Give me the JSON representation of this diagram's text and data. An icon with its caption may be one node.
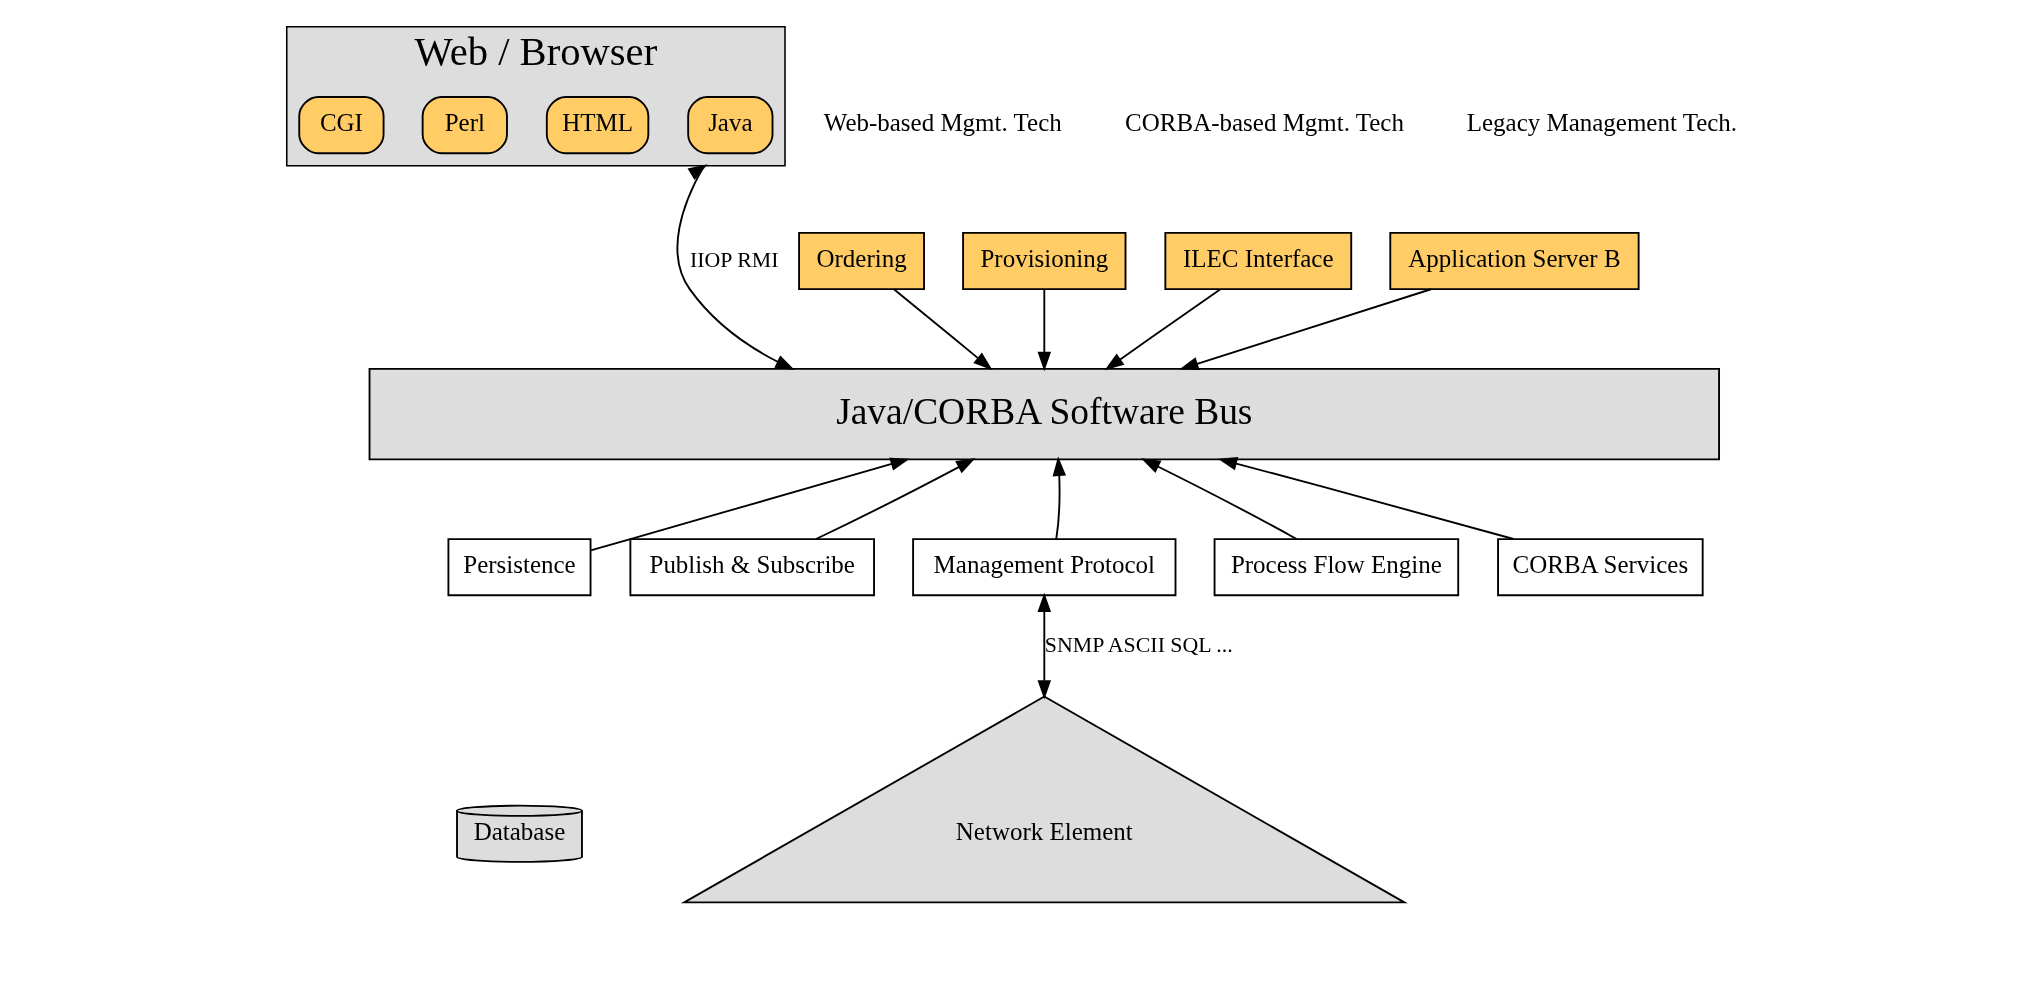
{
  "diagram": {
    "nodes": [
      {
        "text": [
          "Web / Browser"
        ]
      },
      {
        "text": [
          "Java"
        ],
        "in": 0
      },
      {
        "text": [
          "HTML"
        ],
        "in": 0
      },
      {
        "text": [
          "Perl"
        ],
        "in": 0
      },
      {
        "text": [
          "CGI"
        ],
        "in": 0
      },
      {
        "text": [
          "Java/CORBA Software Bus"
        ]
      },
      {
        "text": [
          "Ordering"
        ]
      },
      {
        "text": [
          "Provisioning"
        ]
      },
      {
        "text": [
          "ILEC Interface"
        ]
      },
      {
        "text": [
          "Application Server B"
        ]
      },
      {
        "text": [
          "Persistence"
        ]
      },
      {
        "text": [
          "Publish & Subscribe"
        ]
      },
      {
        "text": [
          "Management Protocol"
        ]
      },
      {
        "text": [
          "Process Flow Engine"
        ]
      },
      {
        "text": [
          "CORBA Services"
        ]
      },
      {
        "text": [
          "Database"
        ]
      },
      {
        "text": [
          "Network Element"
        ]
      }
    ],
    "edges": [
      {
        "from": 0,
        "to": 5,
        "arrow": "both",
        "label": "IIOP RMI"
      },
      {
        "from": 6,
        "to": 5,
        "arrow": "to"
      },
      {
        "from": 7,
        "to": 5,
        "arrow": "to"
      },
      {
        "from": 8,
        "to": 5,
        "arrow": "to"
      },
      {
        "from": 9,
        "to": 5,
        "arrow": "to"
      },
      {
        "from": 10,
        "to": 5,
        "arrow": "to"
      },
      {
        "from": 11,
        "to": 5,
        "arrow": "to"
      },
      {
        "from": 12,
        "to": 5,
        "arrow": "to"
      },
      {
        "from": 13,
        "to": 5,
        "arrow": "to"
      },
      {
        "from": 14,
        "to": 5,
        "arrow": "to"
      },
      {
        "from": 12,
        "to": 16,
        "arrow": "both",
        "label": "SNMP ASCII SQL ..."
      }
    ],
    "labels": [
      "Web-based Mgmt. Tech",
      "CORBA-based Mgmt. Tech",
      "Legacy Management Tech."
    ]
  }
}
